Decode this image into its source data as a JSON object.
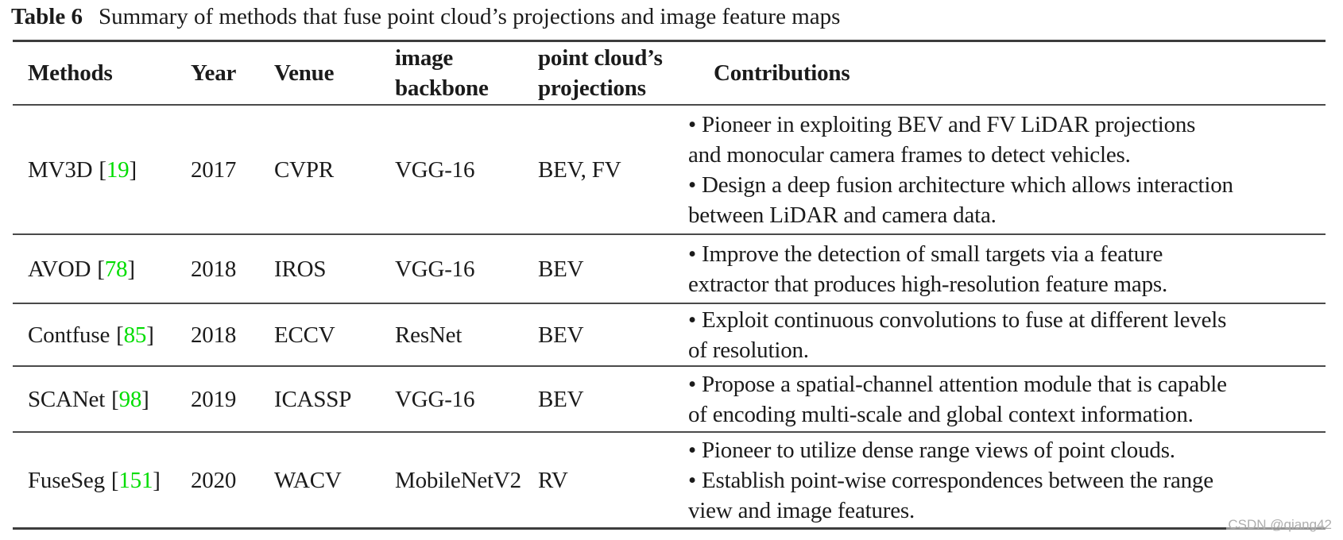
{
  "caption": {
    "label": "Table 6",
    "text": "Summary of methods that fuse point cloud’s projections and image feature maps"
  },
  "strings": {
    "bracket_open": "[",
    "bracket_close": "]"
  },
  "colors": {
    "citation_green": "#00dd00",
    "rule_dark": "#3d3d3d",
    "rule_light": "#4a4a4a",
    "watermark_gray": "#aeaeae"
  },
  "header": {
    "methods": "Methods",
    "year": "Year",
    "venue": "Venue",
    "backbone_line1": "image",
    "backbone_line2": "backbone",
    "projections_line1": "point cloud’s",
    "projections_line2": "projections",
    "contributions": "Contributions"
  },
  "rows": [
    {
      "method": "MV3D",
      "citation": "19",
      "year": "2017",
      "venue": "CVPR",
      "backbone": "VGG-16",
      "projections": "BEV, FV",
      "contribution_lines": [
        "• Pioneer in exploiting BEV and FV LiDAR projections",
        "and monocular camera frames to detect vehicles.",
        "• Design a deep fusion architecture which allows interaction",
        "between LiDAR and camera data."
      ]
    },
    {
      "method": "AVOD",
      "citation": "78",
      "year": "2018",
      "venue": "IROS",
      "backbone": "VGG-16",
      "projections": "BEV",
      "contribution_lines": [
        "• Improve the detection of small targets via a feature",
        "extractor that produces high-resolution feature maps."
      ]
    },
    {
      "method": "Contfuse",
      "citation": "85",
      "year": "2018",
      "venue": "ECCV",
      "backbone": "ResNet",
      "projections": "BEV",
      "contribution_lines": [
        "• Exploit continuous convolutions to fuse at different levels",
        "of resolution."
      ]
    },
    {
      "method": "SCANet",
      "citation": "98",
      "year": "2019",
      "venue": "ICASSP",
      "backbone": "VGG-16",
      "projections": "BEV",
      "contribution_lines": [
        "• Propose a spatial-channel attention module that is capable",
        "of encoding multi-scale and global context information."
      ]
    },
    {
      "method": "FuseSeg",
      "citation": "151",
      "year": "2020",
      "venue": "WACV",
      "backbone": "MobileNetV2",
      "projections": "RV",
      "contribution_lines": [
        "• Pioneer to utilize dense range views of point clouds.",
        "• Establish point-wise correspondences between the range",
        "view and image features."
      ]
    }
  ],
  "watermark": "CSDN @qiang42"
}
